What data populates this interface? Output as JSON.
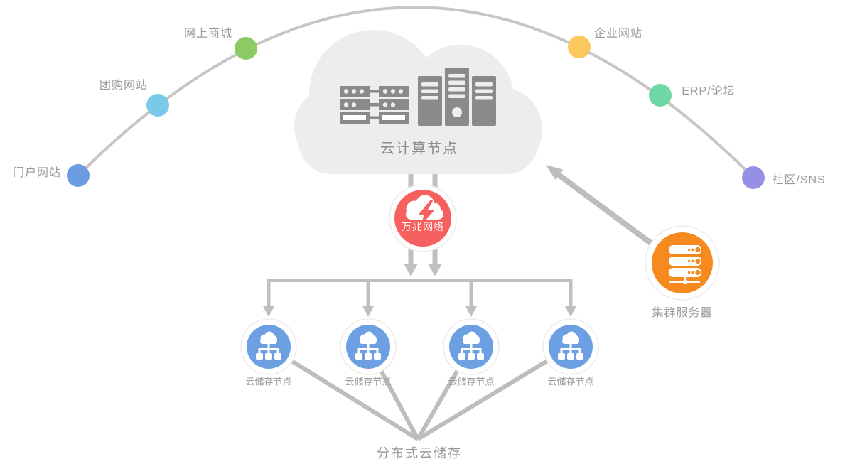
{
  "diagram": {
    "arc_nodes": [
      {
        "id": "portal",
        "label": "门户网站",
        "color": "#6D9BE2"
      },
      {
        "id": "groupbuy",
        "label": "团购网站",
        "color": "#7BC9E8"
      },
      {
        "id": "mall",
        "label": "网上商城",
        "color": "#8CCB63"
      },
      {
        "id": "enterprise",
        "label": "企业网站",
        "color": "#FCC75C"
      },
      {
        "id": "erp",
        "label": "ERP/论坛",
        "color": "#6FD7A3"
      },
      {
        "id": "sns",
        "label": "社区/SNS",
        "color": "#9590E6"
      }
    ],
    "cloud_compute": {
      "label": "云计算节点",
      "fill": "#EDEDED",
      "icon_color": "#8A8A8A"
    },
    "network_hub": {
      "label": "万兆网络",
      "color": "#F6605E"
    },
    "storage_color": "#6D9FE3",
    "storage_nodes": [
      {
        "label": "云储存节点"
      },
      {
        "label": "云储存节点"
      },
      {
        "label": "云储存节点"
      },
      {
        "label": "云储存节点"
      }
    ],
    "cluster": {
      "label": "集群服务器",
      "color": "#F68A1F"
    },
    "distributed": {
      "label": "分布式云储存"
    }
  }
}
